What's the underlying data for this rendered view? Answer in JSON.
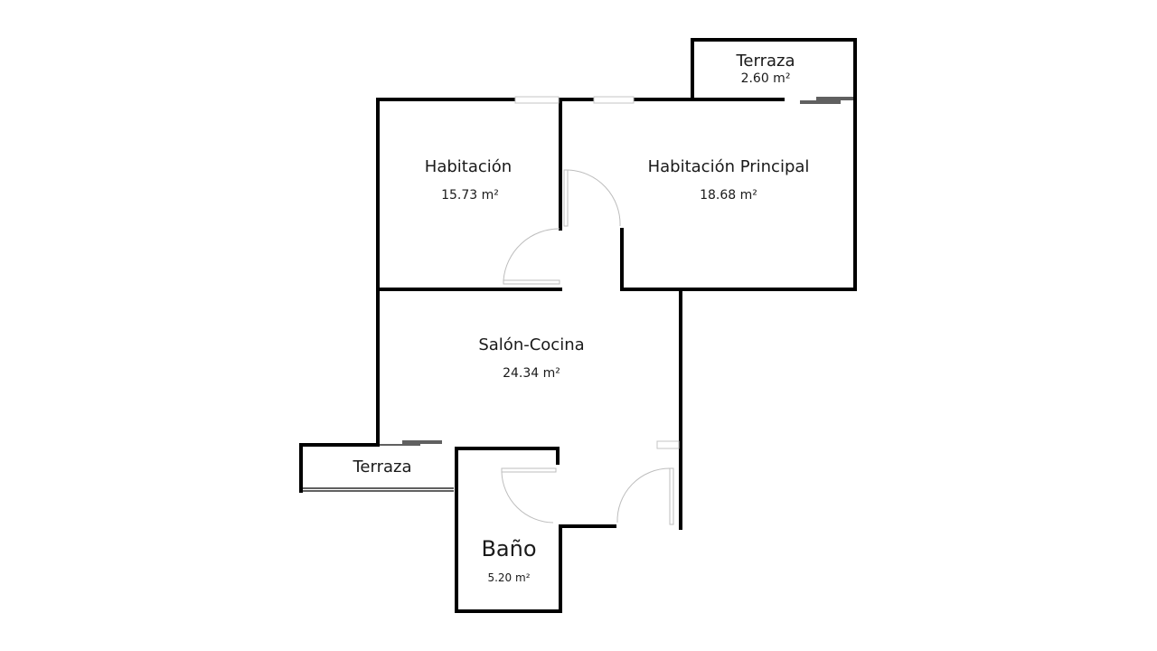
{
  "plan": {
    "rooms": [
      {
        "id": "habitacion",
        "name": "Habitación",
        "area": "15.73 m²"
      },
      {
        "id": "habitacion-principal",
        "name": "Habitación Principal",
        "area": "18.68 m²"
      },
      {
        "id": "terraza-norte",
        "name": "Terraza",
        "area": "2.60 m²"
      },
      {
        "id": "salon-cocina",
        "name": "Salón-Cocina",
        "area": "24.34 m²"
      },
      {
        "id": "terraza-oeste",
        "name": "Terraza"
      },
      {
        "id": "bano",
        "name": "Baño",
        "area": "5.20 m²"
      }
    ],
    "colors": {
      "wall": "#000000",
      "door": "#bdbdbd",
      "text": "#1a1a1a",
      "background": "#ffffff"
    }
  }
}
